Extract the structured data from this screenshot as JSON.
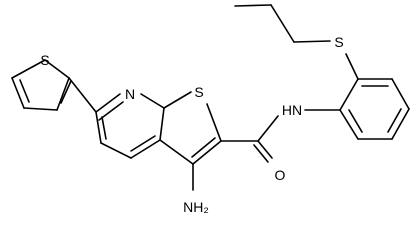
{
  "molecule": {
    "atom_labels": {
      "s_thiophene": "S",
      "s_thienopyridine": "S",
      "s_thioether": "S",
      "n_pyridine": "N",
      "nh_amide": "HN",
      "o_carbonyl": "O",
      "nh2_amino": "NH₂"
    }
  }
}
